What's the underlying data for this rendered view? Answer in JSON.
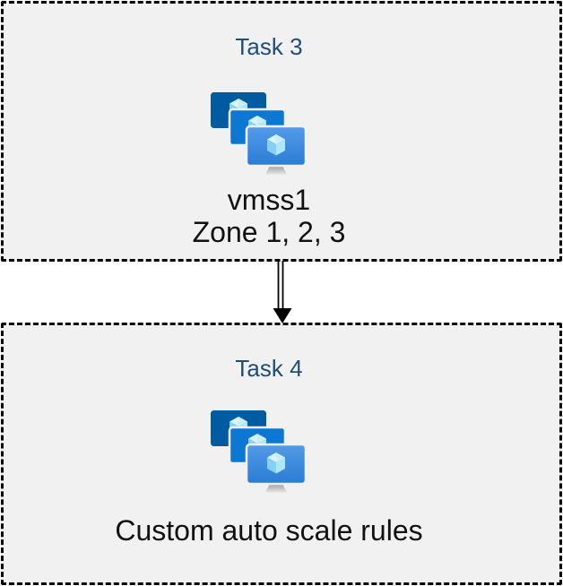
{
  "diagram": {
    "tasks": [
      {
        "title": "Task 3",
        "icon": "vm-scale-set",
        "lines": [
          "vmss1",
          "Zone 1, 2, 3"
        ]
      },
      {
        "title": "Task 4",
        "icon": "vm-scale-set",
        "lines": [
          "Custom auto scale rules"
        ]
      }
    ],
    "connector": "double-line-arrow-down",
    "colors": {
      "task-title": "#1f4e79",
      "body-text": "#111111",
      "box-background": "#f1f1f1",
      "box-border": "#000000",
      "monitor-back": "#005ba1",
      "monitor-middle": "#0c78d4",
      "monitor-front-top": "#549be9",
      "monitor-front-bottom": "#2a7cd4",
      "cube-top": "#d9f3fd",
      "cube-left": "#86d0f4",
      "cube-right": "#b0e6fa",
      "arrow": "#000000"
    }
  }
}
